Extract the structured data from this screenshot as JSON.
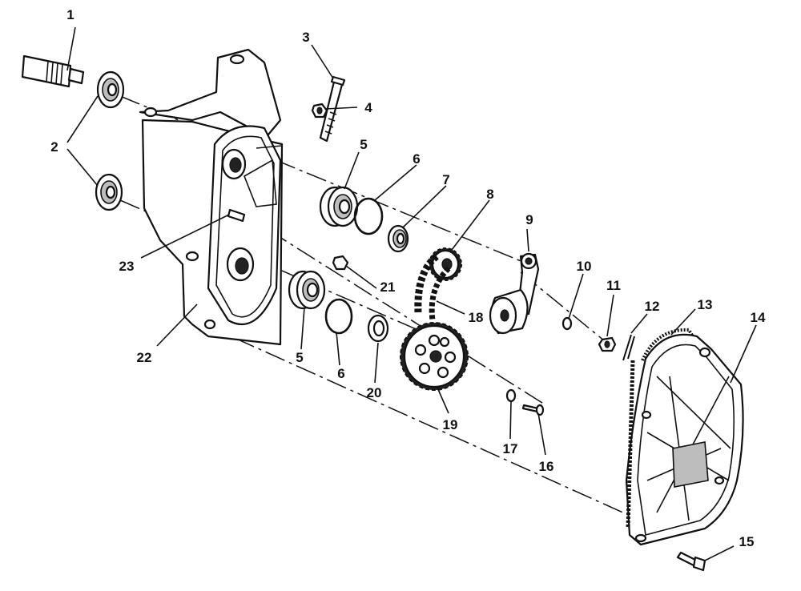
{
  "callouts": [
    {
      "id": "1",
      "label": "1"
    },
    {
      "id": "2",
      "label": "2"
    },
    {
      "id": "3",
      "label": "3"
    },
    {
      "id": "4",
      "label": "4"
    },
    {
      "id": "5a",
      "label": "5"
    },
    {
      "id": "5b",
      "label": "5"
    },
    {
      "id": "6a",
      "label": "6"
    },
    {
      "id": "6b",
      "label": "6"
    },
    {
      "id": "7",
      "label": "7"
    },
    {
      "id": "8",
      "label": "8"
    },
    {
      "id": "9",
      "label": "9"
    },
    {
      "id": "10",
      "label": "10"
    },
    {
      "id": "11",
      "label": "11"
    },
    {
      "id": "12",
      "label": "12"
    },
    {
      "id": "13",
      "label": "13"
    },
    {
      "id": "14",
      "label": "14"
    },
    {
      "id": "15",
      "label": "15"
    },
    {
      "id": "16",
      "label": "16"
    },
    {
      "id": "17",
      "label": "17"
    },
    {
      "id": "18",
      "label": "18"
    },
    {
      "id": "19",
      "label": "19"
    },
    {
      "id": "20",
      "label": "20"
    },
    {
      "id": "21",
      "label": "21"
    },
    {
      "id": "22",
      "label": "22"
    },
    {
      "id": "23",
      "label": "23"
    }
  ]
}
